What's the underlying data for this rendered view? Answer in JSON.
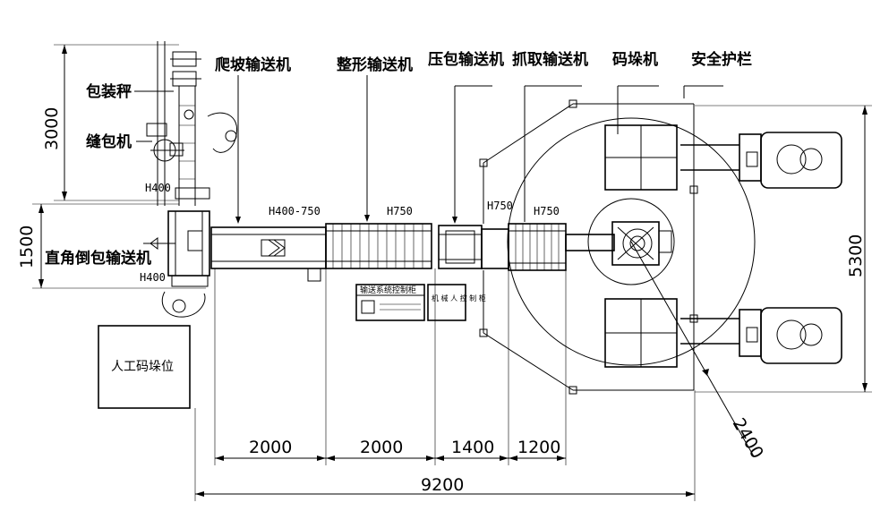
{
  "labels": {
    "climbing_conveyor": "爬坡输送机",
    "shaping_conveyor": "整形输送机",
    "pressing_conveyor": "压包输送机",
    "gripping_conveyor": "抓取输送机",
    "palletizer": "码垛机",
    "safety_fence": "安全护栏",
    "packing_scale": "包装秤",
    "sewing_machine": "缝包机",
    "right_angle_turn_conveyor": "直角倒包输送机",
    "manual_palletizing": "人工码垛位",
    "conveyor_control_cabinet": "输送系统控制柜",
    "robot_control_cabinet": "机 械 人 控 制 柜"
  },
  "specs": {
    "h400_top": "H400",
    "h400_bottom": "H400",
    "h400_750": "H400-750",
    "h750_a": "H750",
    "h750_b": "H750",
    "h750_c": "H750"
  },
  "dimensions": {
    "d2000_a": "2000",
    "d2000_b": "2000",
    "d1400": "1400",
    "d1200": "1200",
    "d9200": "9200",
    "d3000": "3000",
    "d1500": "1500",
    "d5300": "5300",
    "d2400": "2400"
  }
}
